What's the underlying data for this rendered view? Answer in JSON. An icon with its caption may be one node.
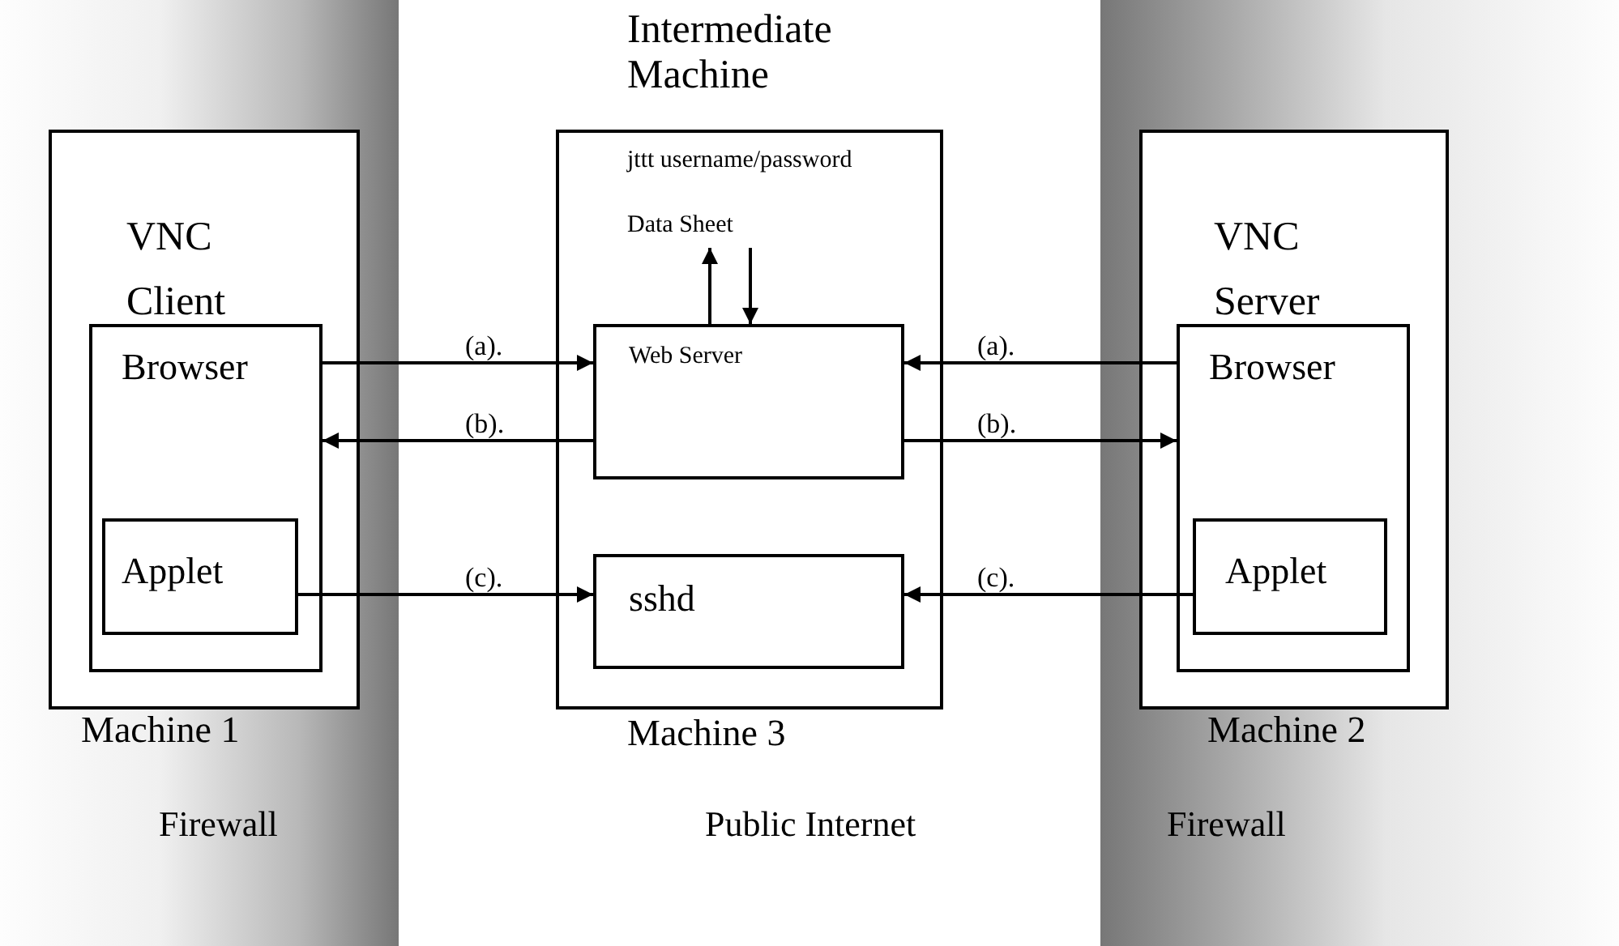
{
  "diagram": {
    "nodes": [
      {
        "text": [
          "VNC Client"
        ],
        "beside": [
          "Machine 1"
        ]
      },
      {
        "text": [
          "Browser"
        ],
        "in": 0
      },
      {
        "text": [
          "Applet"
        ],
        "in": 1
      },
      {
        "text": [
          "Intermediate Machine",
          "jttt username/password"
        ],
        "beside": [
          "Machine 3"
        ]
      },
      {
        "text": [
          "Data Sheet"
        ],
        "in": 3
      },
      {
        "text": [
          "Web Server"
        ],
        "in": 3
      },
      {
        "text": [
          "sshd"
        ],
        "in": 3
      },
      {
        "text": [
          "VNC Server"
        ],
        "beside": [
          "Machine 2"
        ]
      },
      {
        "text": [
          "Browser"
        ],
        "in": 7
      },
      {
        "text": [
          "Applet"
        ],
        "in": 8
      }
    ],
    "edges": [
      {
        "from": 1,
        "to": 5,
        "arrow": "to",
        "label": "(a)."
      },
      {
        "from": 5,
        "to": 1,
        "arrow": "to",
        "label": "(b)."
      },
      {
        "from": 2,
        "to": 6,
        "arrow": "to",
        "label": "(c)."
      },
      {
        "from": 8,
        "to": 5,
        "arrow": "to",
        "label": "(a)."
      },
      {
        "from": 5,
        "to": 8,
        "arrow": "to",
        "label": "(b)."
      },
      {
        "from": 9,
        "to": 6,
        "arrow": "to",
        "label": "(c)."
      },
      {
        "from": 5,
        "to": 4,
        "arrow": "to"
      },
      {
        "from": 4,
        "to": 5,
        "arrow": "to"
      }
    ],
    "labels": [
      "Firewall",
      "Public Internet",
      "Firewall"
    ]
  }
}
